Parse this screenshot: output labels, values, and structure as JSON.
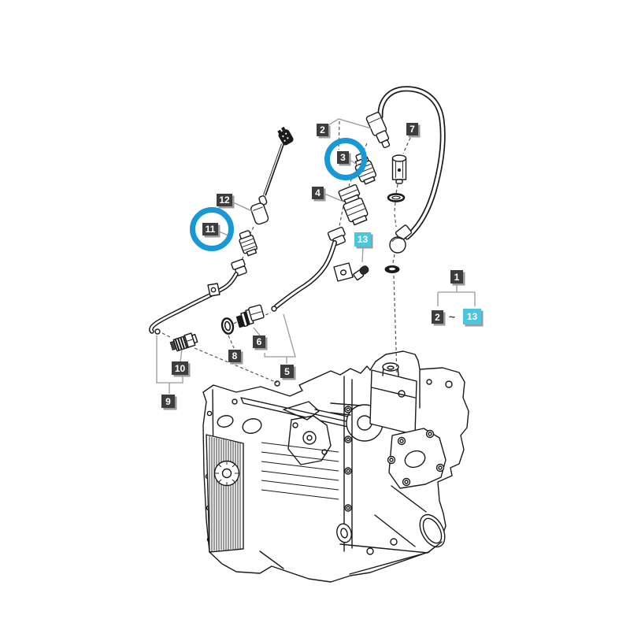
{
  "page": {
    "background": "#ffffff"
  },
  "diagram": {
    "type": "exploded-parts-view",
    "subject": "transaxle-gearbox-housing-with-oil-lines-and-fittings",
    "colors": {
      "line": "#1a1a1a",
      "leader": "#999999",
      "label_bg": "#3d3d3d",
      "label_shadow": "#9a9a9a",
      "label_text": "#ffffff",
      "highlight_ring": "#1898d5",
      "accent_label_bg": "#4cc5de"
    },
    "callouts": {
      "c1": "1",
      "c2": "2",
      "c3": "3",
      "c4": "4",
      "c5": "5",
      "c6": "6",
      "c7": "7",
      "c8": "8",
      "c9": "9",
      "c10": "10",
      "c11": "11",
      "c12": "12",
      "c13": "13"
    },
    "legend": {
      "parent": "1",
      "from": "2",
      "separator": "~",
      "to": "13"
    },
    "highlights": {
      "circled_callouts": [
        "3",
        "11"
      ],
      "accent_callouts": [
        "13"
      ]
    }
  }
}
